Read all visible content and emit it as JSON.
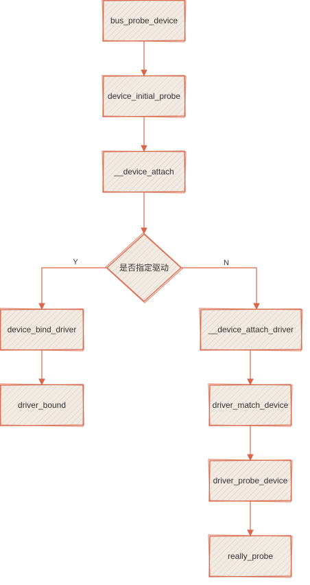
{
  "nodes": {
    "bus_probe_device": "bus_probe_device",
    "device_initial_probe": "device_initial_probe",
    "device_attach": "__device_attach",
    "decision": "是否指定驱动",
    "device_bind_driver": "device_bind_driver",
    "driver_bound": "driver_bound",
    "device_attach_driver": "__device_attach_driver",
    "driver_match_device": "driver_match_device",
    "driver_probe_device": "driver_probe_device",
    "really_probe": "really_probe"
  },
  "edge_labels": {
    "yes": "Y",
    "no": "N"
  },
  "colors": {
    "stroke": "#d9664a",
    "fill": "#f2ebe3",
    "hatch": "#d9c8b8",
    "text": "#333333"
  }
}
